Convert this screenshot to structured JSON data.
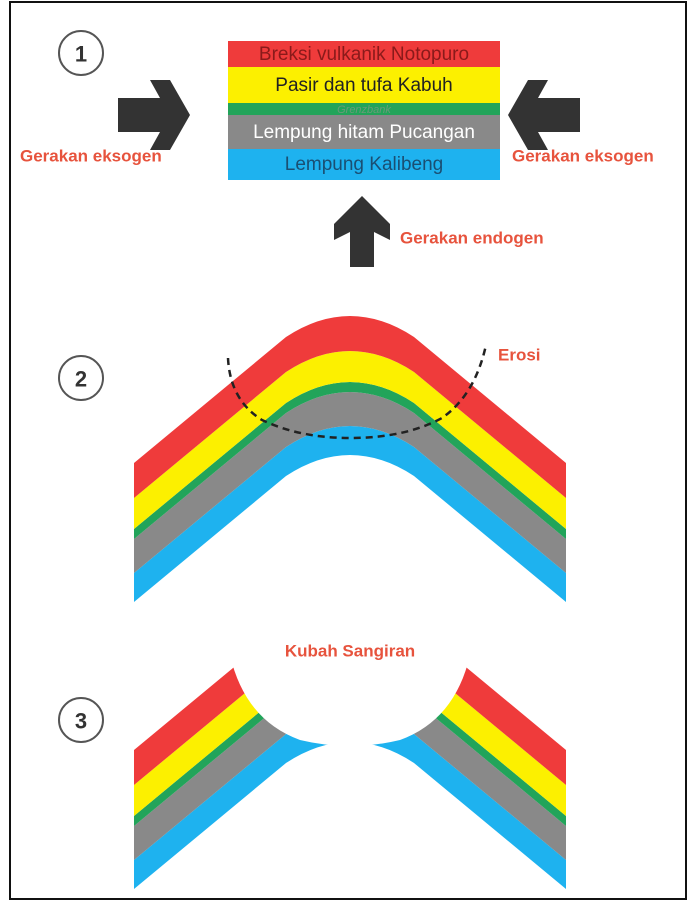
{
  "colors": {
    "red": "#ef3b3b",
    "yellow": "#fcf000",
    "green": "#22a45a",
    "gray": "#898989",
    "blue": "#1eb2ef",
    "label_red": "#e7533d",
    "arrow": "#333333",
    "frame": "#111111"
  },
  "steps": [
    "1",
    "2",
    "3"
  ],
  "layers": {
    "breksi": "Breksi vulkanik Notopuro",
    "pasir": "Pasir dan tufa Kabuh",
    "grenzbank": "Grenzbank",
    "lempung_hitam": "Lempung hitam Pucangan",
    "lempung_kalibeng": "Lempung Kalibeng"
  },
  "labels": {
    "eksogen_left": "Gerakan eksogen",
    "eksogen_right": "Gerakan eksogen",
    "endogen": "Gerakan endogen",
    "erosi": "Erosi",
    "kubah": "Kubah Sangiran"
  },
  "icons": {
    "left_arrow": "arrow-right-icon",
    "right_arrow": "arrow-left-icon",
    "up_arrow": "arrow-up-icon"
  }
}
